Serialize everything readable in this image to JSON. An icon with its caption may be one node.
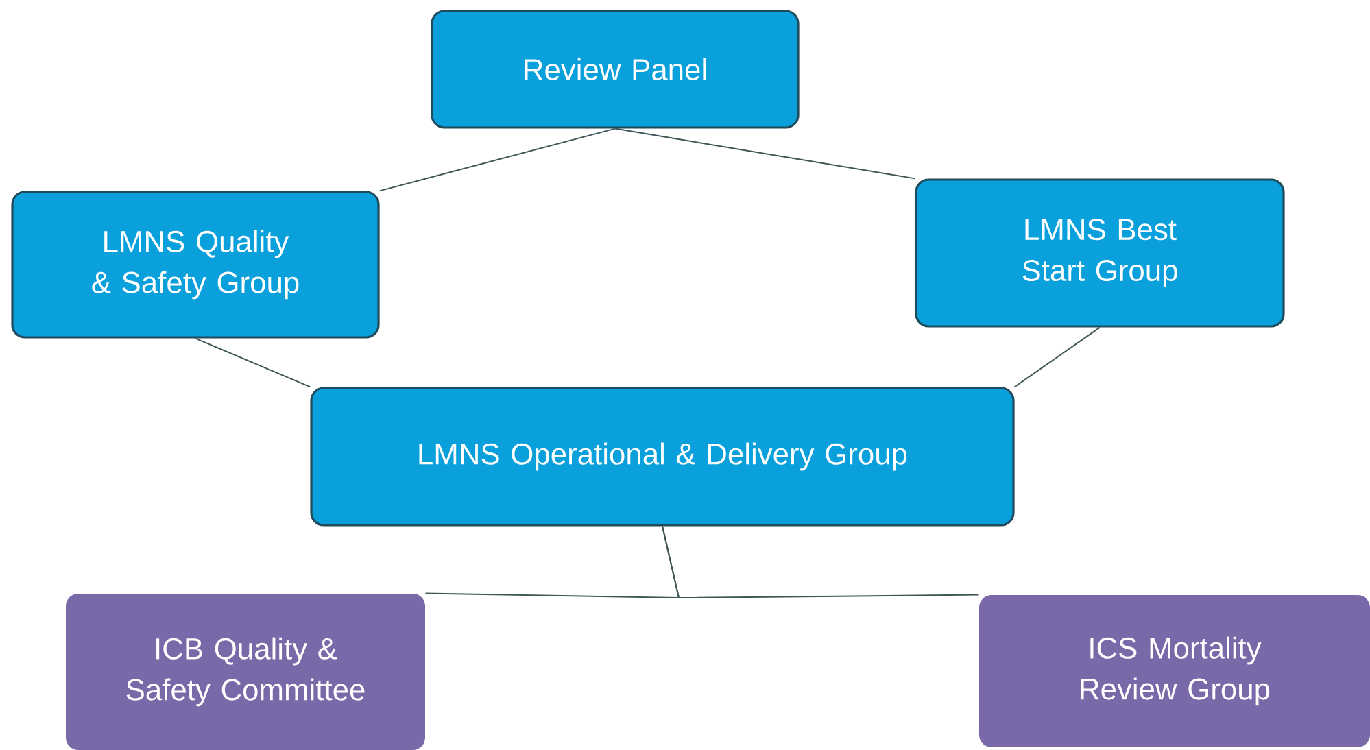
{
  "diagram": {
    "nodes": [
      {
        "text": [
          "Review Panel"
        ]
      },
      {
        "text": [
          "LMNS Quality & Safety Group"
        ]
      },
      {
        "text": [
          "LMNS Best Start Group"
        ]
      },
      {
        "text": [
          "LMNS Operational & Delivery Group"
        ]
      },
      {
        "text": [
          "ICB Quality & Safety Committee"
        ]
      },
      {
        "text": [
          "ICS Mortality Review Group"
        ]
      }
    ],
    "edges": [
      {
        "from": 0,
        "to": 1,
        "arrow": "none"
      },
      {
        "from": 0,
        "to": 2,
        "arrow": "none"
      },
      {
        "from": 1,
        "to": 3,
        "arrow": "none"
      },
      {
        "from": 2,
        "to": 3,
        "arrow": "none"
      },
      {
        "from": 3,
        "to": 4,
        "arrow": "none"
      },
      {
        "from": 3,
        "to": 5,
        "arrow": "none"
      }
    ]
  }
}
